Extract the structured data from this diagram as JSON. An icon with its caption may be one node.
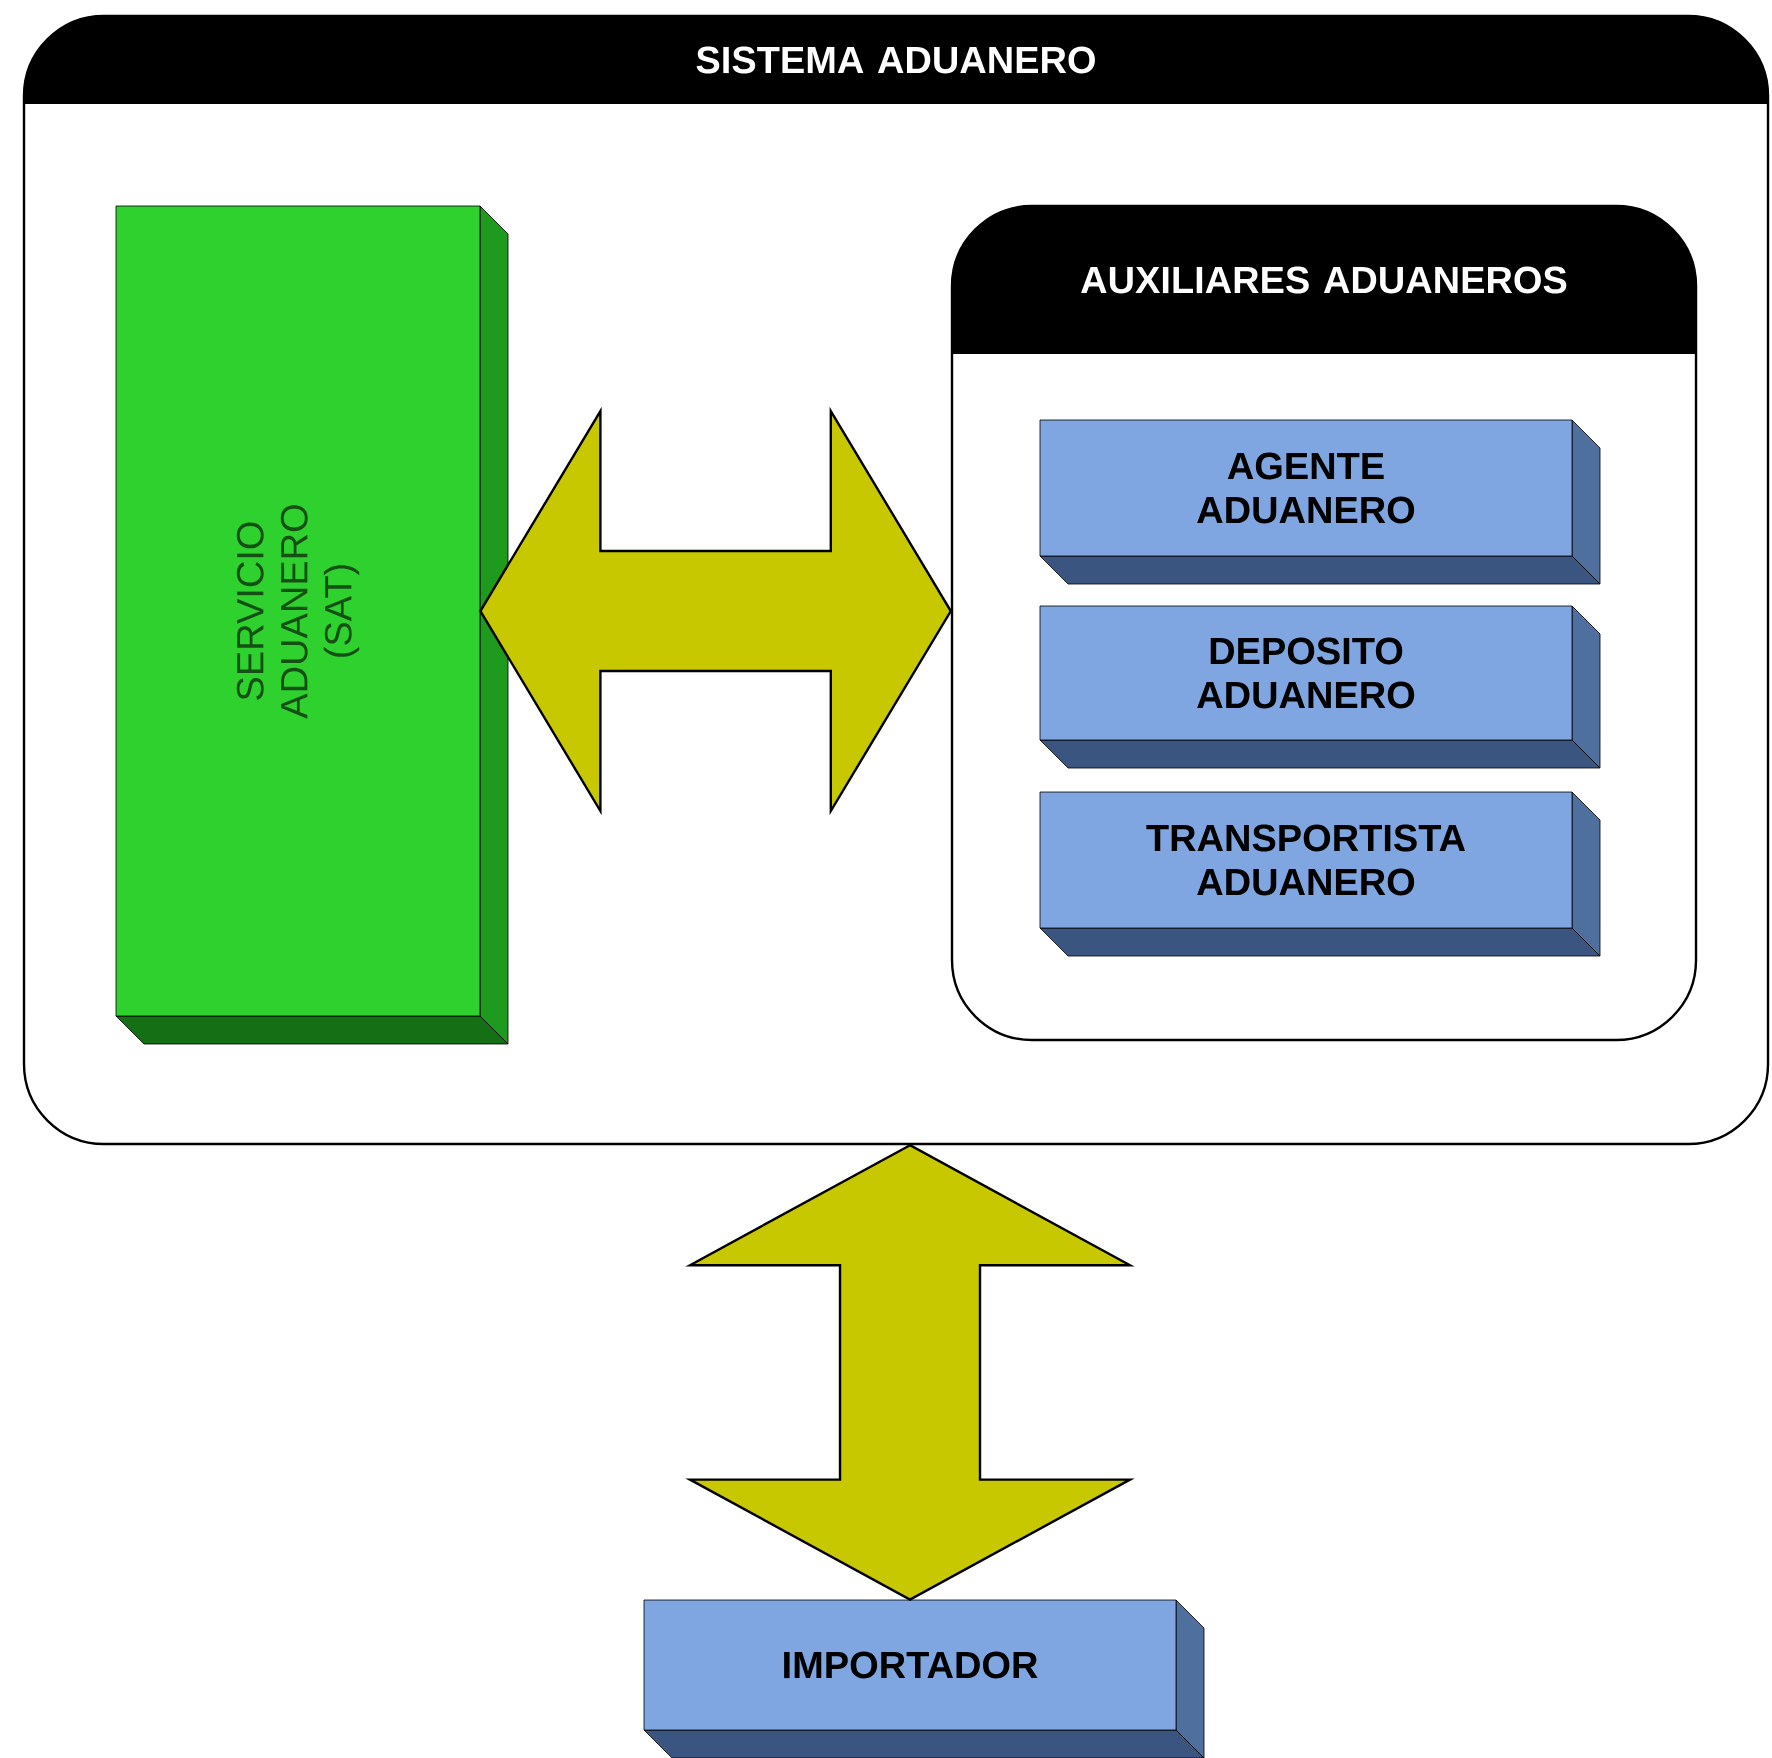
{
  "diagram": {
    "nodes": [
      {
        "text": [
          "SISTEMA ADUANERO"
        ]
      },
      {
        "text": [
          "SERVICIO ADUANERO (SAT)"
        ],
        "in": 0
      },
      {
        "text": [
          "AUXILIARES ADUANEROS"
        ],
        "in": 0
      },
      {
        "text": [
          "AGENTE ADUANERO"
        ],
        "in": 2
      },
      {
        "text": [
          "DEPOSITO ADUANERO"
        ],
        "in": 2
      },
      {
        "text": [
          "TRANSPORTISTA ADUANERO"
        ],
        "in": 2
      },
      {
        "text": [
          "IMPORTADOR"
        ]
      }
    ],
    "edges": [
      {
        "from": 1,
        "to": 2,
        "arrow": "both"
      },
      {
        "from": 0,
        "to": 6,
        "arrow": "both"
      }
    ]
  }
}
